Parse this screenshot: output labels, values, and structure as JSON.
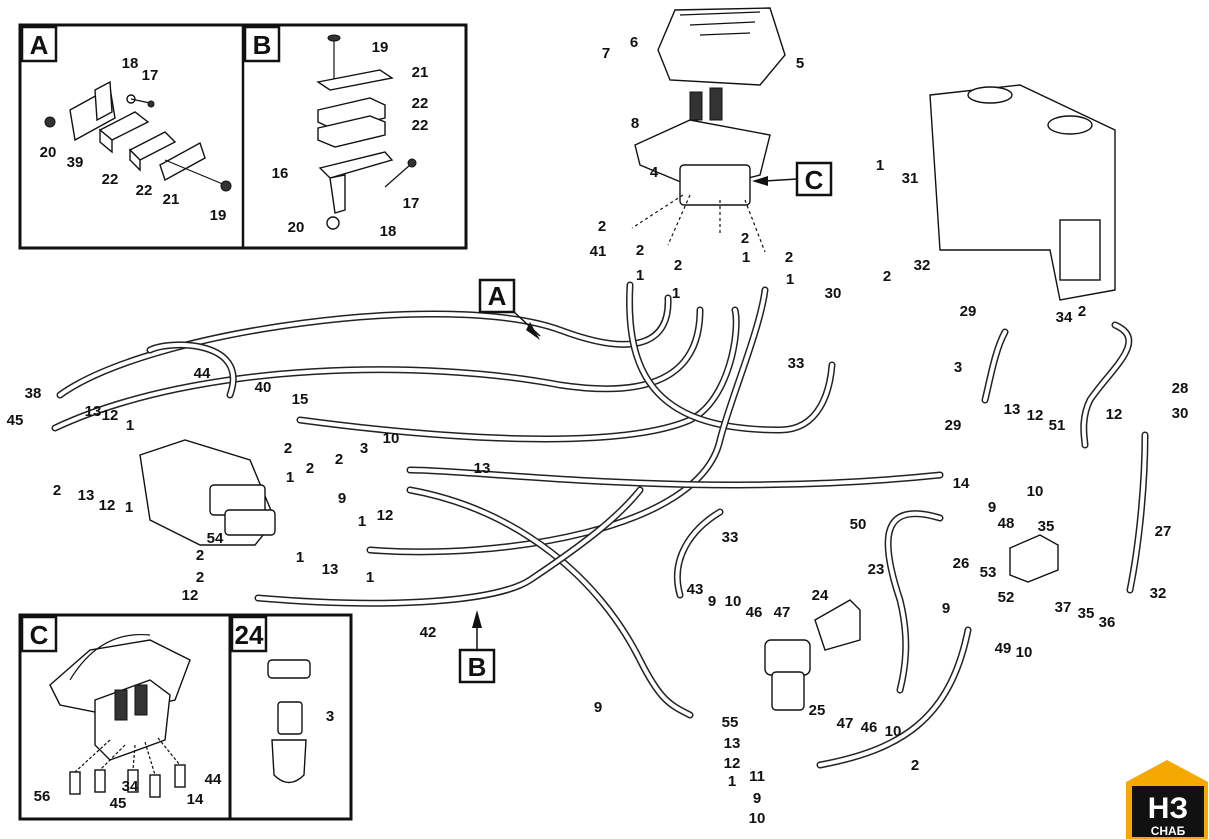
{
  "logo": {
    "top": "НЗ",
    "bottom": "СНАБ",
    "brand_color": "#f5a800"
  },
  "insets": {
    "A": "A",
    "B": "B",
    "C": "C",
    "24": "24"
  },
  "pointers": {
    "A": "A",
    "B": "B",
    "C": "C"
  },
  "labels": [
    "19",
    "21",
    "22",
    "22",
    "16",
    "20",
    "17",
    "18",
    "18",
    "17",
    "20",
    "39",
    "22",
    "22",
    "21",
    "19",
    "7",
    "6",
    "5",
    "8",
    "4",
    "2",
    "41",
    "2",
    "2",
    "2",
    "2",
    "1",
    "1",
    "1",
    "1",
    "1",
    "31",
    "2",
    "32",
    "29",
    "30",
    "33",
    "34",
    "2",
    "3",
    "28",
    "30",
    "29",
    "13",
    "12",
    "51",
    "12",
    "38",
    "44",
    "40",
    "15",
    "45",
    "13",
    "12",
    "1",
    "2",
    "13",
    "12",
    "1",
    "2",
    "1",
    "2",
    "2",
    "3",
    "10",
    "9",
    "1",
    "12",
    "13",
    "54",
    "2",
    "1",
    "2",
    "12",
    "13",
    "1",
    "42",
    "14",
    "9",
    "10",
    "50",
    "48",
    "35",
    "26",
    "53",
    "52",
    "27",
    "37",
    "35",
    "36",
    "32",
    "33",
    "43",
    "9",
    "10",
    "46",
    "47",
    "24",
    "23",
    "25",
    "47",
    "46",
    "10",
    "9",
    "49",
    "10",
    "9",
    "55",
    "13",
    "12",
    "1",
    "2",
    "11",
    "9",
    "10",
    "3",
    "56",
    "34",
    "45",
    "14",
    "44",
    "42"
  ]
}
